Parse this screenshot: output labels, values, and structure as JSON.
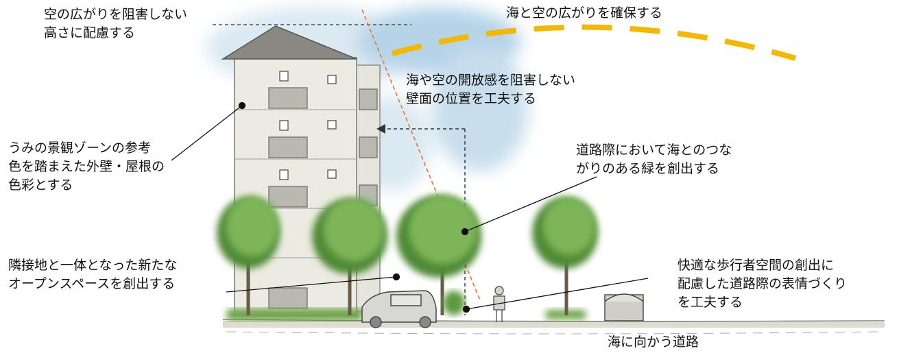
{
  "labels": {
    "sky_height": [
      "空の広がりを阻害しない",
      "高さに配慮する"
    ],
    "sea_sky": [
      "海と空の広がりを確保する"
    ],
    "wall_position": [
      "海や空の開放感を阻害しない",
      "壁面の位置を工夫する"
    ],
    "colors": [
      "うみの景観ゾーンの参考",
      "色を踏まえた外壁・屋根の",
      "色彩とする"
    ],
    "green": [
      "道路際において海とのつな",
      "がりのある緑を創出する"
    ],
    "open_space": [
      "隣接地と一体となった新たな",
      "オープンスペースを創出する"
    ],
    "pedestrian": [
      "快適な歩行者空間の創出に",
      "配慮した道路際の表情づくり",
      "を工夫する"
    ],
    "road": [
      "海に向かう道路"
    ]
  },
  "colors": {
    "sky_arc": "#f5b800",
    "sightline": "#e8742a",
    "tree": "#6fa648",
    "tree_dark": "#4f8a35",
    "building": "#ecebe2",
    "roof": "#8a8880",
    "sky": "#bcd8ea"
  }
}
